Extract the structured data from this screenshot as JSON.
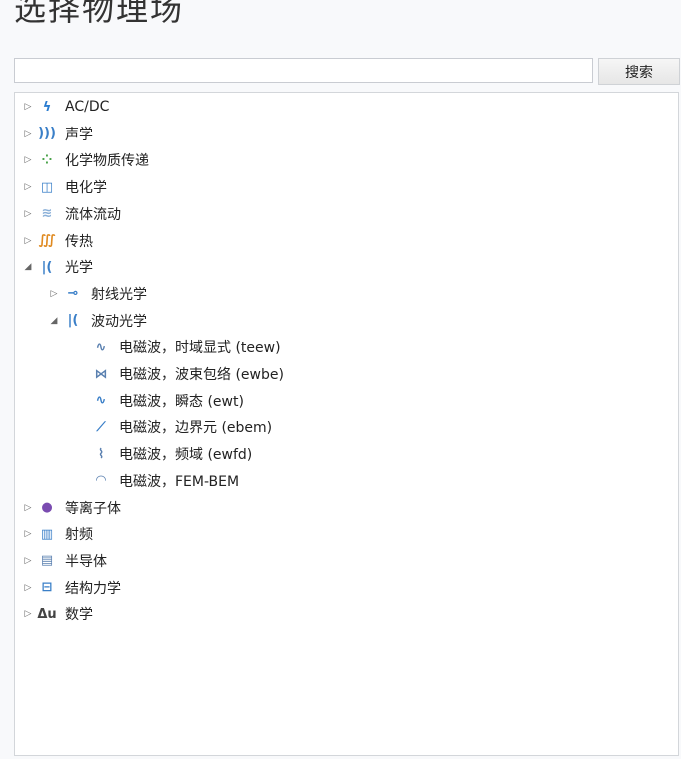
{
  "title": "选择物理场",
  "search": {
    "placeholder": "",
    "value": "",
    "button": "搜索"
  },
  "tree": [
    {
      "label": "AC/DC",
      "icon": "lightning-icon",
      "expanded": false,
      "level": 0
    },
    {
      "label": "声学",
      "icon": "sound-wave-icon",
      "expanded": false,
      "level": 0
    },
    {
      "label": "化学物质传递",
      "icon": "molecules-icon",
      "expanded": false,
      "level": 0
    },
    {
      "label": "电化学",
      "icon": "beaker-icon",
      "expanded": false,
      "level": 0
    },
    {
      "label": "流体流动",
      "icon": "fluid-flow-icon",
      "expanded": false,
      "level": 0
    },
    {
      "label": "传热",
      "icon": "heat-icon",
      "expanded": false,
      "level": 0
    },
    {
      "label": "光学",
      "icon": "optics-icon",
      "expanded": true,
      "level": 0
    },
    {
      "label": "射线光学",
      "icon": "ray-optics-icon",
      "expanded": false,
      "level": 1
    },
    {
      "label": "波动光学",
      "icon": "wave-optics-icon",
      "expanded": true,
      "level": 1
    },
    {
      "label": "电磁波，时域显式 (teew)",
      "icon": "time-explicit-icon",
      "level": 2
    },
    {
      "label": "电磁波，波束包络 (ewbe)",
      "icon": "beam-envelope-icon",
      "level": 2
    },
    {
      "label": "电磁波，瞬态 (ewt)",
      "icon": "transient-icon",
      "level": 2
    },
    {
      "label": "电磁波，边界元 (ebem)",
      "icon": "boundary-element-icon",
      "level": 2
    },
    {
      "label": "电磁波，频域 (ewfd)",
      "icon": "frequency-domain-icon",
      "level": 2
    },
    {
      "label": "电磁波，FEM-BEM",
      "icon": "fem-bem-icon",
      "level": 2
    },
    {
      "label": "等离子体",
      "icon": "plasma-icon",
      "expanded": false,
      "level": 0
    },
    {
      "label": "射频",
      "icon": "rf-icon",
      "expanded": false,
      "level": 0
    },
    {
      "label": "半导体",
      "icon": "semiconductor-icon",
      "expanded": false,
      "level": 0
    },
    {
      "label": "结构力学",
      "icon": "structural-icon",
      "expanded": false,
      "level": 0
    },
    {
      "label": "数学",
      "icon": "math-icon",
      "expanded": false,
      "level": 0
    }
  ],
  "colors": {
    "accent": "#3a7fc8"
  }
}
